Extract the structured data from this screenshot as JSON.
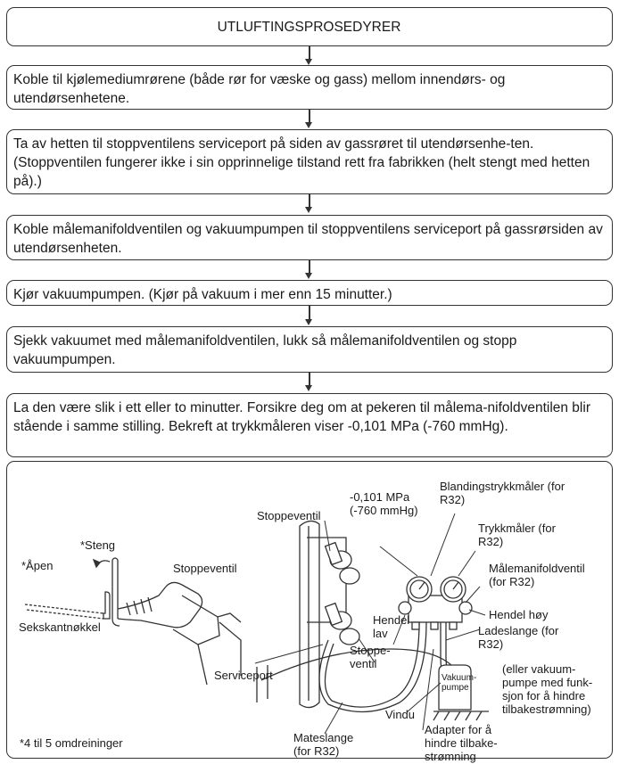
{
  "title": "UTLUFTINGSPROSEDYRER",
  "steps": [
    "Koble til kjølemediumrørene (både rør for væske og gass) mellom innendørs- og utendørsenhetene.",
    "Ta av hetten til stoppventilens serviceport på siden av gassrøret til utendørsenhe-ten. (Stoppventilen fungerer ikke i sin opprinnelige tilstand rett fra fabrikken (helt stengt med hetten på).)",
    "Koble målemanifoldventilen og vakuumpumpen til stoppventilens serviceport på gassrørsiden av utendørsenheten.",
    "Kjør vakuumpumpen. (Kjør på vakuum i mer enn 15 minutter.)",
    "Sjekk vakuumet med målemanifoldventilen, lukk så målemanifoldventilen og stopp vakuumpumpen.",
    "La den være slik i ett eller to minutter. Forsikre deg om at pekeren til målema-nifoldventilen blir stående i samme stilling. Bekreft at trykkmåleren viser -0,101 MPa (-760 mmHg)."
  ],
  "diagram": {
    "steng": "*Steng",
    "apen": "*Åpen",
    "stoppeventil_left": "Stoppeventil",
    "sekskantnokkel": "Sekskantnøkkel",
    "turns_note": "*4 til 5 omdreininger",
    "stoppeventil_top": "Stoppeventil",
    "pressure": "-0,101 MPa\n(-760 mmHg)",
    "blandingstrykkmaler": "Blandingstrykkmåler (for\nR32)",
    "trykkmaler": "Trykkmåler (for\nR32)",
    "malemanifoldventil": "Målemanifoldventil\n(for R32)",
    "hendel_lav": "Hendel\nlav",
    "hendel_hoy": "Hendel høy",
    "stoppeventil_mid": "Stoppe-\nventil",
    "ladeslange": "Ladeslange (for\nR32)",
    "serviceport": "Serviceport",
    "vakuumpumpe_label": "Vakuum-\npumpe",
    "vakuumpumpe_note": "(eller vakuum-\npumpe med funk-\nsjon for å hindre\ntilbakestrømning)",
    "vindu": "Vindu",
    "adapter": "Adapter for å\nhindre tilbake-\nstrømning",
    "mateslange": "Mateslange\n(for R32)"
  }
}
